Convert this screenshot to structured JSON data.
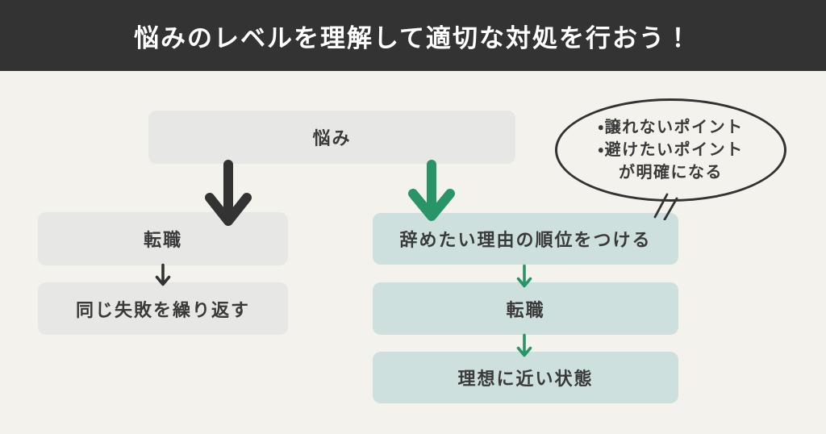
{
  "header": {
    "title": "悩みのレベルを理解して適切な対処を行おう！"
  },
  "flow": {
    "root": {
      "label": "悩み"
    },
    "left_branch": {
      "step1": {
        "label": "転職"
      },
      "step2": {
        "label": "同じ失敗を繰り返す"
      }
    },
    "right_branch": {
      "step1": {
        "label": "辞めたい理由の順位をつける"
      },
      "step2": {
        "label": "転職"
      },
      "step3": {
        "label": "理想に近い状態"
      }
    }
  },
  "bubble": {
    "lines": [
      "・譲れないポイント",
      "・避けたいポイント",
      "が明確になる"
    ]
  },
  "colors": {
    "background": "#f4f2ec",
    "header_bg": "#333333",
    "text": "#3a3a3a",
    "gray_box": "#e7e7e5",
    "teal_box": "#cde0de",
    "green_arrow": "#299466",
    "black_arrow": "#333333",
    "title_text": "#ffffff"
  }
}
